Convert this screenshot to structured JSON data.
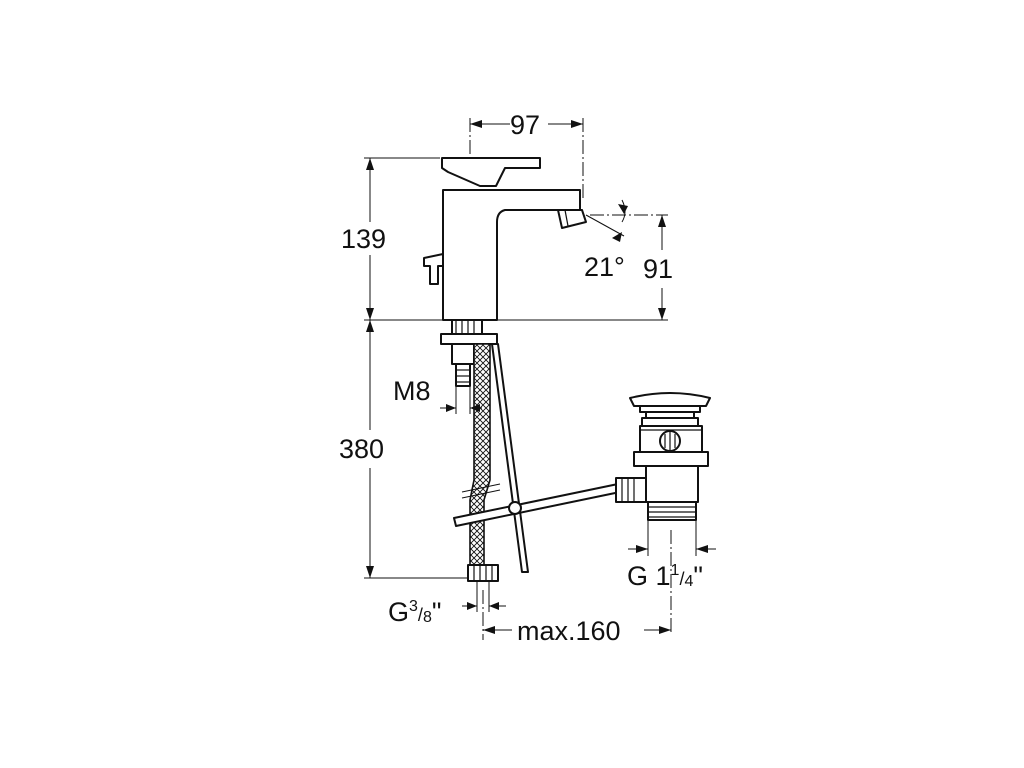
{
  "dimensions": {
    "width_top": "97",
    "height_faucet": "139",
    "spout_angle": "21°",
    "spout_height": "91",
    "thread_m8": "M8",
    "height_total": "380",
    "hose_thread": {
      "base": "G",
      "num": "3",
      "den": "8",
      "suffix": "\""
    },
    "waste_thread": {
      "base": "G 1",
      "num": "1",
      "den": "4",
      "suffix": "\""
    },
    "max_offset": "max.160"
  },
  "colors": {
    "line": "#111111",
    "background": "#ffffff"
  }
}
